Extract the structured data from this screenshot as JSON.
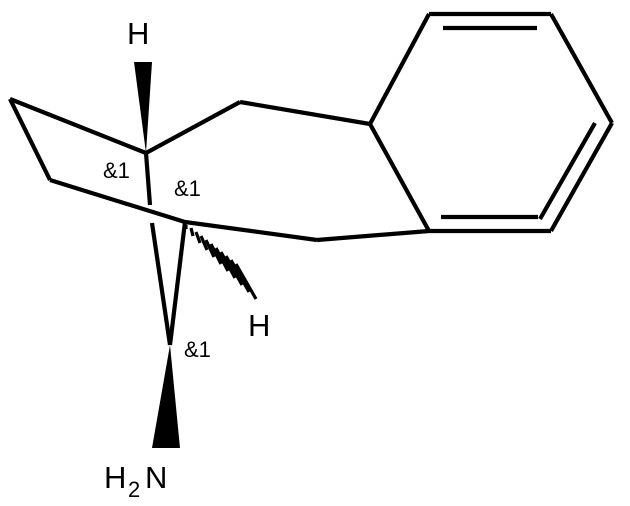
{
  "atom_labels": {
    "top_h": "H",
    "mid_h": "H",
    "amine_main": "H",
    "amine_sub": "2",
    "amine_n": "N"
  },
  "stereo_labels": {
    "c1": "&1",
    "c2": "&1",
    "c3": "&1"
  },
  "colors": {
    "ink": "#000000",
    "background": "#ffffff"
  }
}
